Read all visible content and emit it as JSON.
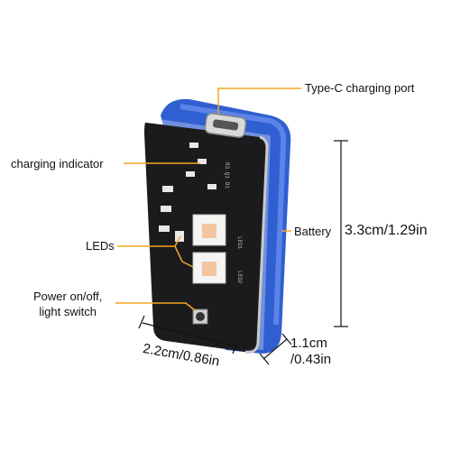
{
  "callouts": {
    "type_c": "Type-C charging port",
    "charging_indicator": "charging indicator",
    "leds": "LEDs",
    "power_line1": "Power on/off,",
    "power_line2": "light switch",
    "battery": "Battery"
  },
  "dimensions": {
    "height": "3.3cm/1.29in",
    "depth_line1": "1.1cm",
    "depth_line2": "/0.43in",
    "width": "2.2cm/0.86in"
  },
  "colors": {
    "callout_line": "#f5a623",
    "pcb": "#1b1b1d",
    "battery": "#2f5fd0"
  }
}
